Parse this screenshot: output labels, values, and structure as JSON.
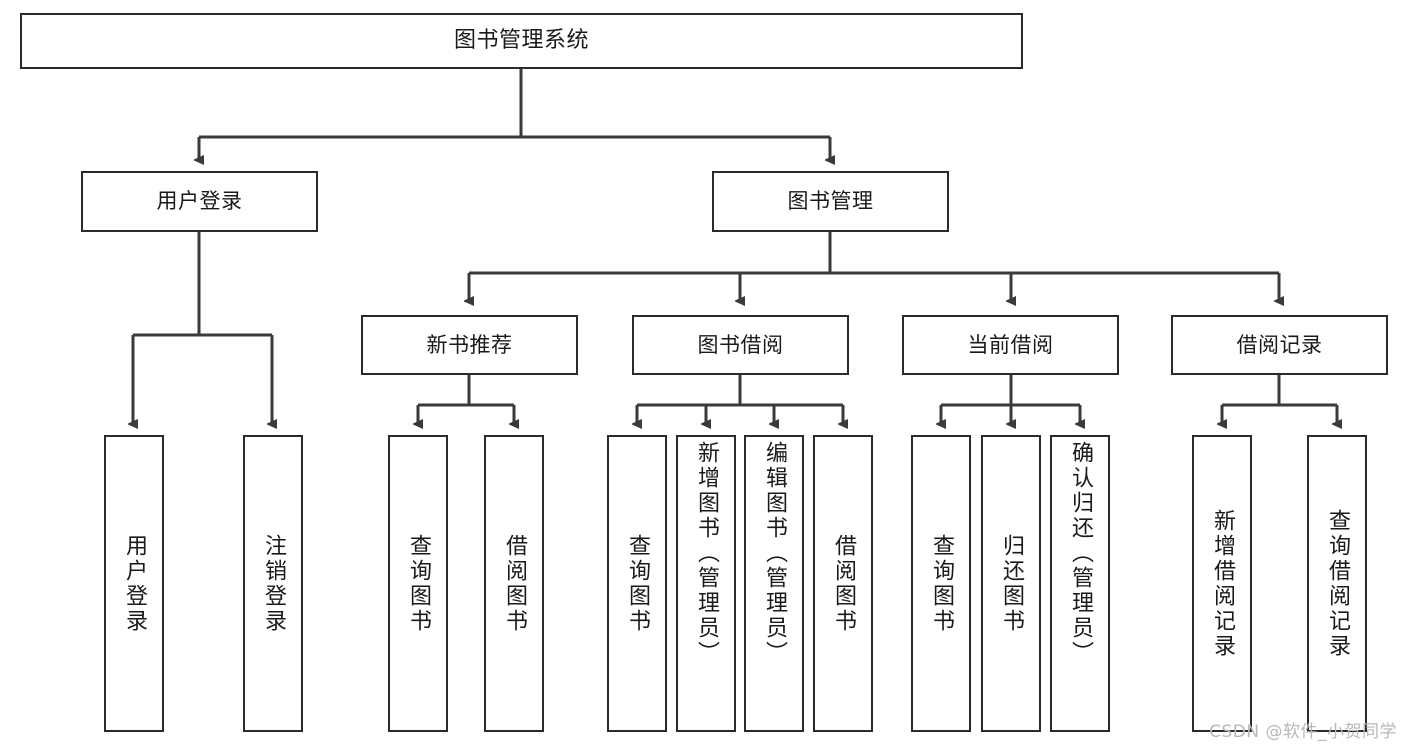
{
  "diagram": {
    "title": "图书管理系统",
    "type": "hierarchy-tree",
    "colors": {
      "box_border": "#2b2b2b",
      "box_fill": "#ffffff",
      "edge": "#3a3a3a",
      "text": "#1a1a1a",
      "watermark": "#b8b8b8"
    },
    "root": {
      "label": "图书管理系统"
    },
    "level2": [
      {
        "label": "用户登录"
      },
      {
        "label": "图书管理"
      }
    ],
    "level3": [
      {
        "label": "新书推荐"
      },
      {
        "label": "图书借阅"
      },
      {
        "label": "当前借阅"
      },
      {
        "label": "借阅记录"
      }
    ],
    "leaves": {
      "user_login": [
        {
          "label": "用户登录"
        },
        {
          "label": "注销登录"
        }
      ],
      "new_book_recommend": [
        {
          "label": "查询图书"
        },
        {
          "label": "借阅图书"
        }
      ],
      "book_borrow": [
        {
          "label": "查询图书"
        },
        {
          "label": "新增图书（管理员）"
        },
        {
          "label": "编辑图书（管理员）"
        },
        {
          "label": "借阅图书"
        }
      ],
      "current_borrow": [
        {
          "label": "查询图书"
        },
        {
          "label": "归还图书"
        },
        {
          "label": "确认归还（管理员）"
        }
      ],
      "borrow_record": [
        {
          "label": "新增借阅记录"
        },
        {
          "label": "查询借阅记录"
        }
      ]
    }
  },
  "watermark": {
    "text": "CSDN @软件_小贺同学"
  }
}
